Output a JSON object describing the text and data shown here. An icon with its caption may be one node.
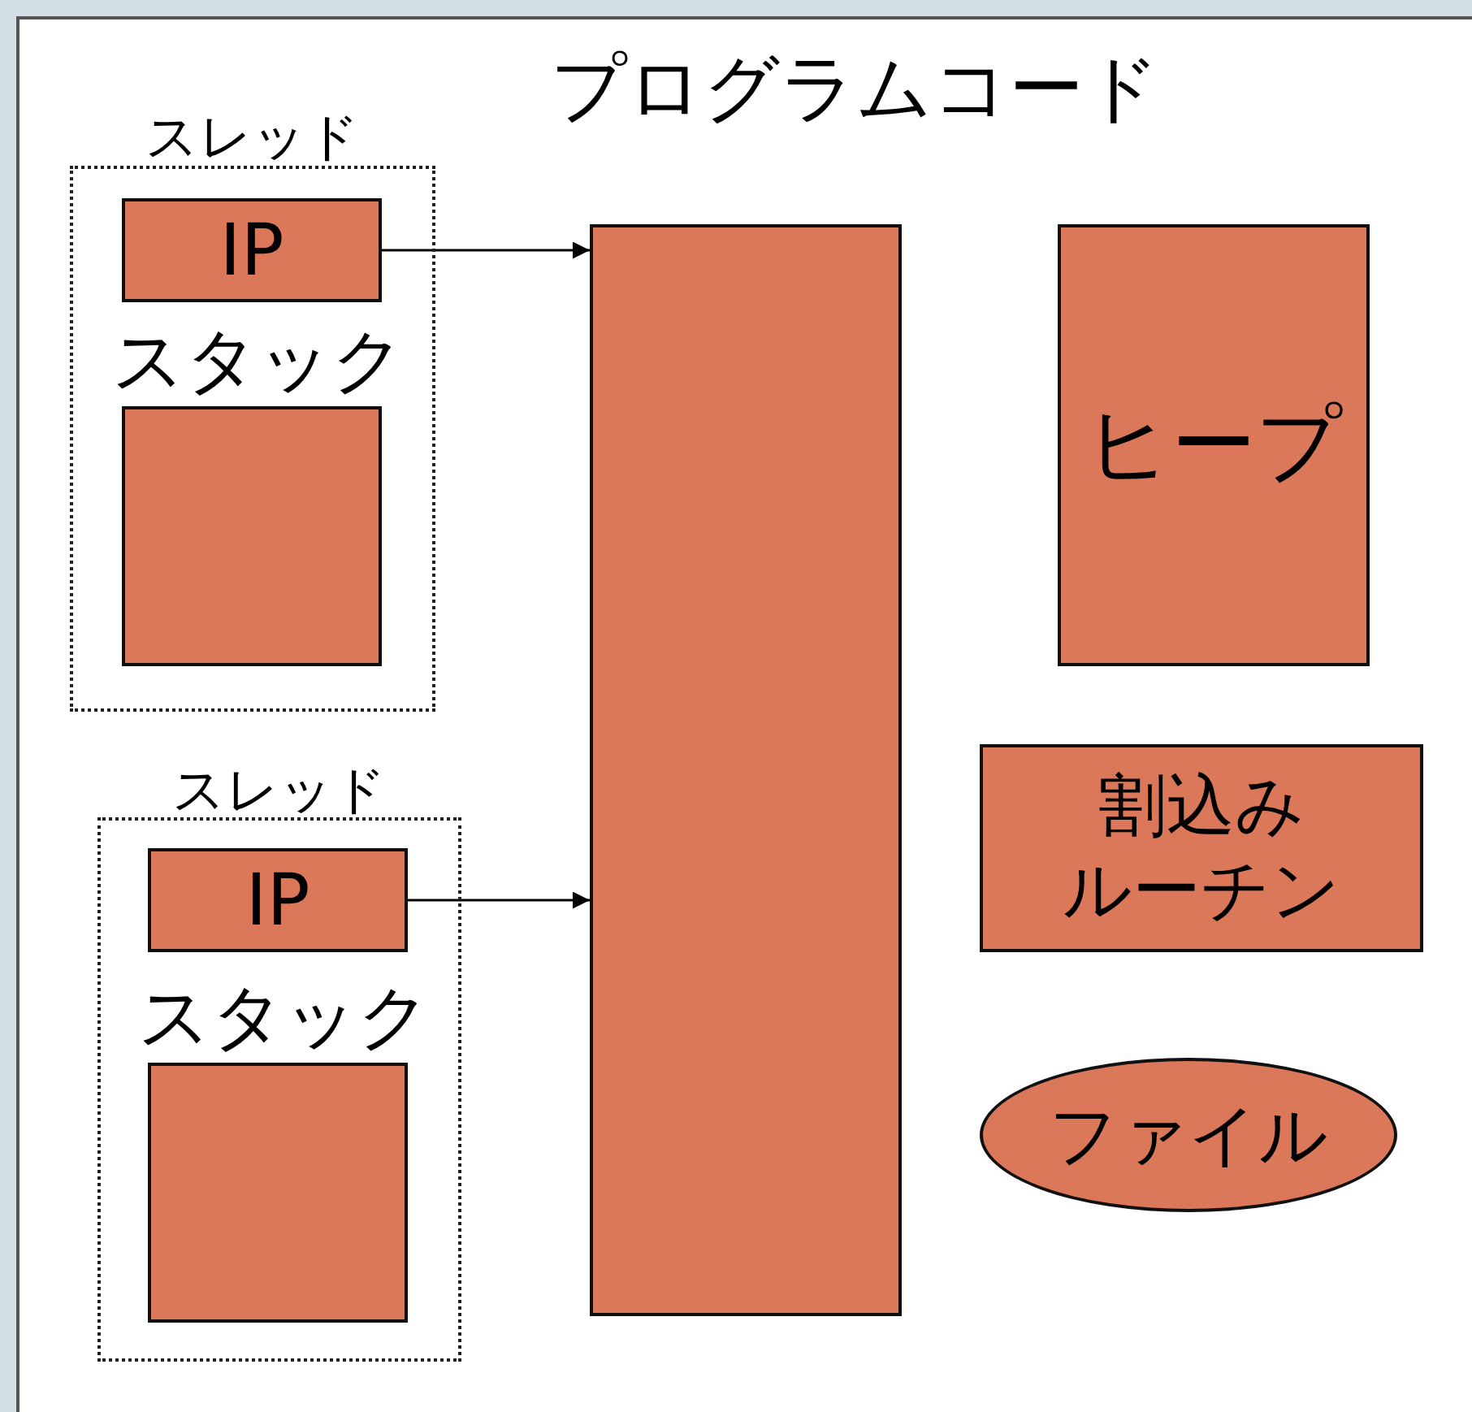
{
  "diagram": {
    "nodes": [
      {
        "text": [
          "スレッド"
        ]
      },
      {
        "text": [
          "IP"
        ],
        "in": 0
      },
      {
        "text": [
          "スタック"
        ],
        "in": 0
      },
      {
        "text": [
          "スレッド"
        ]
      },
      {
        "text": [
          "IP"
        ],
        "in": 3
      },
      {
        "text": [
          "スタック"
        ],
        "in": 3
      },
      {
        "text": [
          "プログラムコード"
        ]
      },
      {
        "text": [
          "ヒープ"
        ]
      },
      {
        "text": [
          "割込みルーチン"
        ]
      },
      {
        "text": [
          "ファイル"
        ]
      }
    ],
    "edges": [
      {
        "from": 1,
        "to": 6,
        "arrow": "to"
      },
      {
        "from": 4,
        "to": 6,
        "arrow": "to"
      }
    ]
  }
}
